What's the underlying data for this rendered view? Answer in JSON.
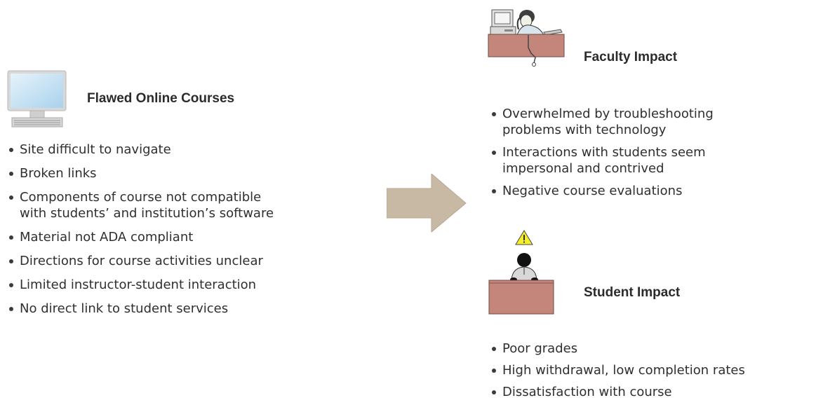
{
  "left": {
    "heading": "Flawed Online Courses",
    "icon": "computer-monitor-icon",
    "items": [
      {
        "lines": [
          "Site difficult to navigate"
        ]
      },
      {
        "lines": [
          "Broken links"
        ]
      },
      {
        "lines": [
          "Components of course not compatible",
          "with students’ and institution’s software"
        ]
      },
      {
        "lines": [
          "Material not ADA compliant"
        ]
      },
      {
        "lines": [
          "Directions for course activities unclear"
        ]
      },
      {
        "lines": [
          "Limited instructor-student interaction"
        ]
      },
      {
        "lines": [
          "No direct link to student services"
        ]
      }
    ]
  },
  "arrow": {
    "icon": "arrow-right-icon",
    "color": "#c8b9a5"
  },
  "faculty": {
    "heading": "Faculty Impact",
    "icon": "frustrated-faculty-at-desk-icon",
    "items": [
      {
        "lines": [
          "Overwhelmed by troubleshooting",
          "problems with technology"
        ]
      },
      {
        "lines": [
          "Interactions with students seem",
          "impersonal and contrived"
        ]
      },
      {
        "lines": [
          "Negative course evaluations"
        ]
      }
    ]
  },
  "student": {
    "heading": "Student Impact",
    "icon": "student-at-desk-warning-icon",
    "items": [
      {
        "lines": [
          "Poor grades"
        ]
      },
      {
        "lines": [
          "High withdrawal, low completion rates"
        ]
      },
      {
        "lines": [
          "Dissatisfaction with course"
        ]
      }
    ]
  },
  "colors": {
    "desk": "#c4857a",
    "arrow": "#c8b9a5",
    "screen": "#cfe6f4",
    "warning": "#f4ee2c",
    "text": "#2f2f2f"
  }
}
